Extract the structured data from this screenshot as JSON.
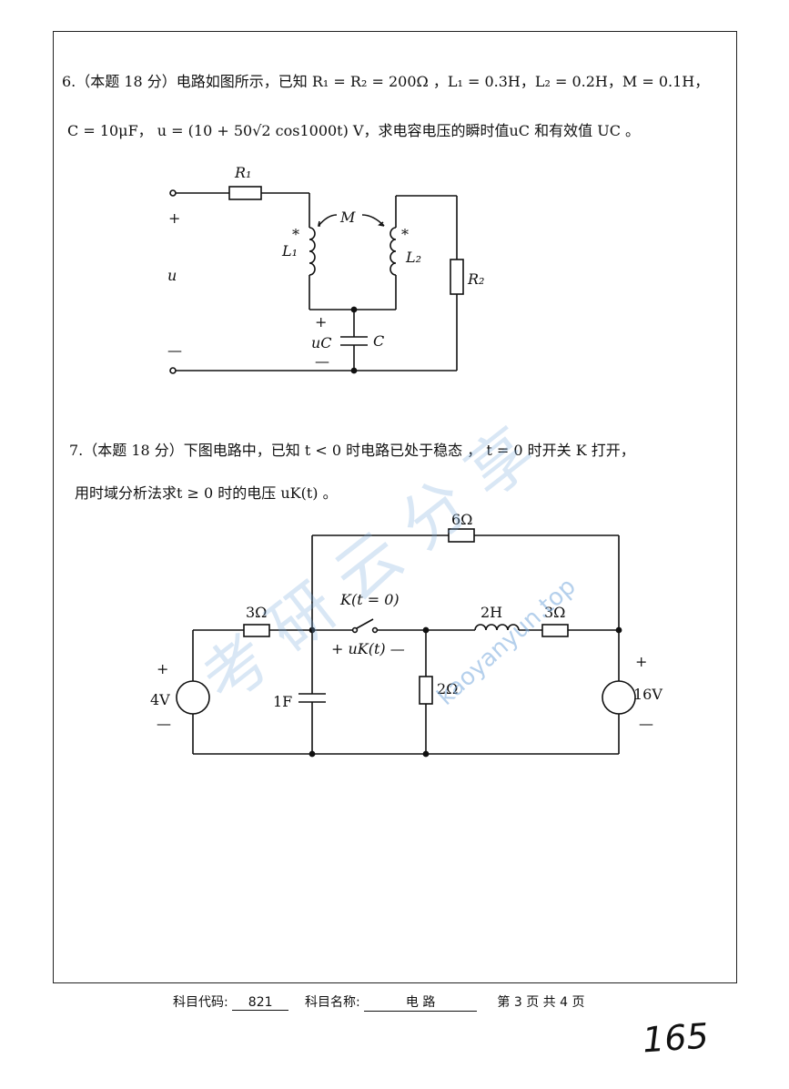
{
  "q6": {
    "line1": "6.（本题 18 分）电路如图所示，已知 R₁ = R₂ = 200Ω ，L₁ = 0.3H，L₂ = 0.2H，M = 0.1H，",
    "line2": "C = 10μF，  u = (10 + 50√2 cos1000t)  V，求电容电压的瞬时值uC  和有效值 UC  。"
  },
  "circuit1": {
    "R1": "R₁",
    "R2": "R₂",
    "M": "M",
    "L1": "L₁",
    "L2": "L₂",
    "C": "C",
    "dot1": "*",
    "dot2": "*",
    "u": "u",
    "plus": "+",
    "minus": "—",
    "uc": "uC",
    "uc_plus": "+",
    "uc_minus": "—"
  },
  "q7": {
    "line1": "7.（本题 18 分）下图电路中，已知  t < 0  时电路已处于稳态 ， t = 0 时开关 K 打开，",
    "line2": "用时域分析法求t ≥ 0 时的电压 uK(t) 。"
  },
  "circuit2": {
    "r6": "6Ω",
    "r3a": "3Ω",
    "r3b": "3Ω",
    "r2": "2Ω",
    "l2": "2H",
    "c1": "1F",
    "v4": "4V",
    "v16": "16V",
    "switch": "K(t = 0)",
    "uk": "+ uK(t) —",
    "v4_plus": "+",
    "v4_minus": "—",
    "v16_plus": "+",
    "v16_minus": "—"
  },
  "footer": {
    "code_label": "科目代码:",
    "code": "821",
    "name_label": "科目名称:",
    "name": "电    路",
    "page": "第 3 页  共 4  页"
  },
  "page_number": "165",
  "watermark": {
    "cn": "考研云分享",
    "en": "kaoyanyun.top"
  }
}
